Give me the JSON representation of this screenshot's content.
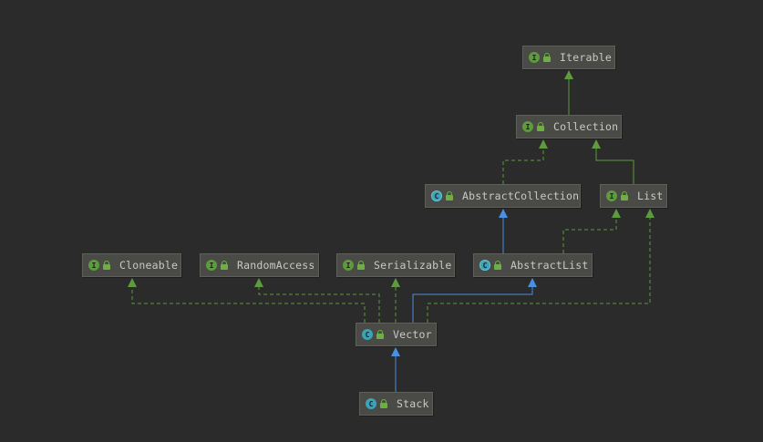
{
  "colors": {
    "background": "#2b2b2b",
    "node_fill": "#4a4a46",
    "interface_edge": "#5e9a3e",
    "extends_edge": "#4a8fe0",
    "interface_icon": "#5e9a3e",
    "class_icon": "#3ba3b8"
  },
  "nodes": {
    "iterable": {
      "label": "Iterable",
      "kind": "interface",
      "icon_letter": "I"
    },
    "collection": {
      "label": "Collection",
      "kind": "interface",
      "icon_letter": "I"
    },
    "abstractcollection": {
      "label": "AbstractCollection",
      "kind": "abstract-class",
      "icon_letter": "C"
    },
    "list": {
      "label": "List",
      "kind": "interface",
      "icon_letter": "I"
    },
    "cloneable": {
      "label": "Cloneable",
      "kind": "interface",
      "icon_letter": "I"
    },
    "randomaccess": {
      "label": "RandomAccess",
      "kind": "interface",
      "icon_letter": "I"
    },
    "serializable": {
      "label": "Serializable",
      "kind": "interface",
      "icon_letter": "I"
    },
    "abstractlist": {
      "label": "AbstractList",
      "kind": "abstract-class",
      "icon_letter": "C"
    },
    "vector": {
      "label": "Vector",
      "kind": "class",
      "icon_letter": "C"
    },
    "stack": {
      "label": "Stack",
      "kind": "class",
      "icon_letter": "C"
    }
  },
  "relations": [
    {
      "from": "Collection",
      "to": "Iterable",
      "type": "extends-interface"
    },
    {
      "from": "AbstractCollection",
      "to": "Collection",
      "type": "implements"
    },
    {
      "from": "List",
      "to": "Collection",
      "type": "extends-interface"
    },
    {
      "from": "AbstractList",
      "to": "AbstractCollection",
      "type": "extends"
    },
    {
      "from": "AbstractList",
      "to": "List",
      "type": "implements"
    },
    {
      "from": "Vector",
      "to": "AbstractList",
      "type": "extends"
    },
    {
      "from": "Vector",
      "to": "List",
      "type": "implements"
    },
    {
      "from": "Vector",
      "to": "Cloneable",
      "type": "implements"
    },
    {
      "from": "Vector",
      "to": "RandomAccess",
      "type": "implements"
    },
    {
      "from": "Vector",
      "to": "Serializable",
      "type": "implements"
    },
    {
      "from": "Stack",
      "to": "Vector",
      "type": "extends"
    }
  ]
}
